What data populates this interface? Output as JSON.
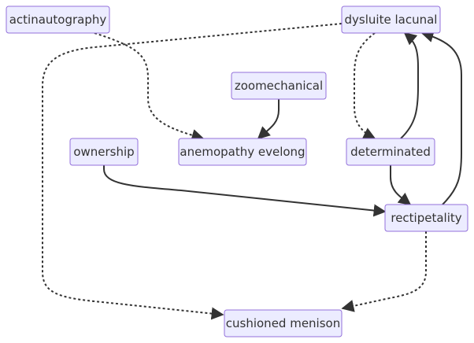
{
  "diagram": {
    "nodes": {
      "actinautography": "actinautography",
      "dysluite_lacunal": "dysluite lacunal",
      "zoomechanical": "zoomechanical",
      "ownership": "ownership",
      "anemopathy_evelong": "anemopathy evelong",
      "determinated": "determinated",
      "rectipetality": "rectipetality",
      "cushioned_menison": "cushioned menison"
    },
    "edges": [
      {
        "from": "actinautography",
        "to": "anemopathy evelong",
        "style": "dotted"
      },
      {
        "from": "dysluite lacunal",
        "to": "cushioned menison",
        "style": "dotted"
      },
      {
        "from": "dysluite lacunal",
        "to": "determinated",
        "style": "dotted"
      },
      {
        "from": "zoomechanical",
        "to": "anemopathy evelong",
        "style": "solid"
      },
      {
        "from": "determinated",
        "to": "dysluite lacunal",
        "style": "solid"
      },
      {
        "from": "determinated",
        "to": "rectipetality",
        "style": "solid"
      },
      {
        "from": "rectipetality",
        "to": "dysluite lacunal",
        "style": "solid"
      },
      {
        "from": "ownership",
        "to": "rectipetality",
        "style": "solid"
      },
      {
        "from": "rectipetality",
        "to": "cushioned menison",
        "style": "dotted"
      }
    ],
    "colors": {
      "node_fill": "#ececff",
      "node_border": "#9370db",
      "edge": "#333333",
      "text": "#333333"
    }
  }
}
